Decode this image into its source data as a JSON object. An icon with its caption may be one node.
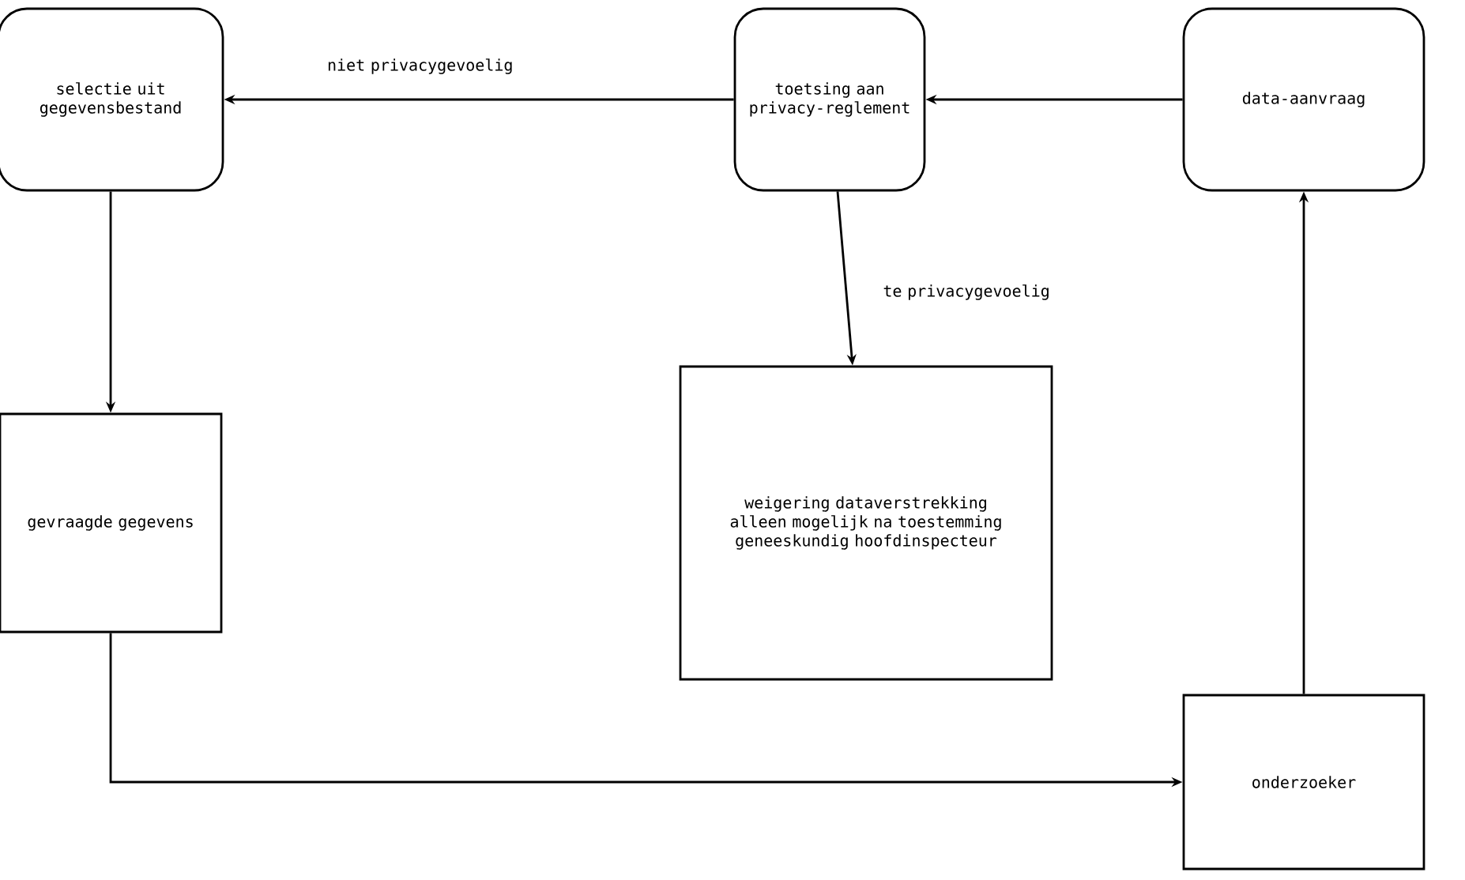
{
  "diagram": {
    "nodes": [
      {
        "text": [
          "selectie uit gegevensbestand"
        ]
      },
      {
        "text": [
          "toetsing aan privacy-reglement"
        ]
      },
      {
        "text": [
          "data-aanvraag"
        ]
      },
      {
        "text": [
          "gevraagde gegevens"
        ]
      },
      {
        "text": [
          "weigering dataverstrekking alleen mogelijk na toestemming geneeskundig hoofdinspecteur"
        ]
      },
      {
        "text": [
          "onderzoeker"
        ]
      }
    ],
    "edges": [
      {
        "from": 1,
        "to": 0,
        "arrow": "to",
        "label": "niet privacygevoelig"
      },
      {
        "from": 2,
        "to": 1,
        "arrow": "to"
      },
      {
        "from": 1,
        "to": 4,
        "arrow": "to",
        "label": "te privacygevoelig"
      },
      {
        "from": 0,
        "to": 3,
        "arrow": "to"
      },
      {
        "from": 3,
        "to": 5,
        "arrow": "to"
      },
      {
        "from": 5,
        "to": 2,
        "arrow": "to"
      }
    ]
  }
}
